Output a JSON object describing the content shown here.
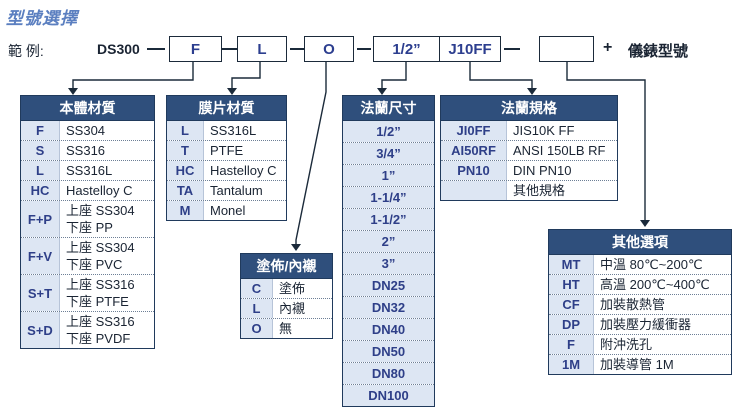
{
  "title": "型號選擇",
  "example": {
    "label": "範  例:",
    "model": "DS300",
    "boxes": [
      "F",
      "L",
      "O",
      "1/2”",
      "J10FF",
      ""
    ],
    "plus": "+",
    "option_label": "儀錶型號"
  },
  "body_material": {
    "header": "本體材質",
    "rows": [
      {
        "code": "F",
        "lines": [
          "SS304"
        ]
      },
      {
        "code": "S",
        "lines": [
          "SS316"
        ]
      },
      {
        "code": "L",
        "lines": [
          "SS316L"
        ]
      },
      {
        "code": "HC",
        "lines": [
          "Hastelloy C"
        ]
      },
      {
        "code": "F+P",
        "lines": [
          "上座 SS304",
          "下座 PP"
        ]
      },
      {
        "code": "F+V",
        "lines": [
          "上座 SS304",
          "下座 PVC"
        ]
      },
      {
        "code": "S+T",
        "lines": [
          "上座 SS316",
          "下座 PTFE"
        ]
      },
      {
        "code": "S+D",
        "lines": [
          "上座 SS316",
          "下座 PVDF"
        ]
      }
    ]
  },
  "diaphragm_material": {
    "header": "膜片材質",
    "rows": [
      {
        "code": "L",
        "lines": [
          "SS316L"
        ]
      },
      {
        "code": "T",
        "lines": [
          "PTFE"
        ]
      },
      {
        "code": "HC",
        "lines": [
          "Hastelloy C"
        ]
      },
      {
        "code": "TA",
        "lines": [
          "Tantalum"
        ]
      },
      {
        "code": "M",
        "lines": [
          "Monel"
        ]
      }
    ]
  },
  "coating": {
    "header": "塗佈/內襯",
    "rows": [
      {
        "code": "C",
        "lines": [
          "塗佈"
        ]
      },
      {
        "code": "L",
        "lines": [
          "內襯"
        ]
      },
      {
        "code": "O",
        "lines": [
          "無"
        ]
      }
    ]
  },
  "flange_size": {
    "header": "法蘭尺寸",
    "rows": [
      "1/2”",
      "3/4”",
      "1”",
      "1-1/4”",
      "1-1/2”",
      "2”",
      "3”",
      "DN25",
      "DN32",
      "DN40",
      "DN50",
      "DN80",
      "DN100"
    ]
  },
  "flange_spec": {
    "header": "法蘭規格",
    "rows": [
      {
        "code": "JI0FF",
        "lines": [
          "JIS10K FF"
        ]
      },
      {
        "code": "AI50RF",
        "lines": [
          "ANSI 150LB RF"
        ]
      },
      {
        "code": "PN10",
        "lines": [
          "DIN   PN10"
        ]
      },
      {
        "code": "",
        "lines": [
          "其他規格"
        ]
      }
    ]
  },
  "other_options": {
    "header": "其他選項",
    "rows": [
      {
        "code": "MT",
        "lines": [
          "中溫 80℃~200℃"
        ]
      },
      {
        "code": "HT",
        "lines": [
          "高溫 200℃~400℃"
        ]
      },
      {
        "code": "CF",
        "lines": [
          "加裝散熱管"
        ]
      },
      {
        "code": "DP",
        "lines": [
          "加裝壓力緩衝器"
        ]
      },
      {
        "code": "F",
        "lines": [
          "附沖洗孔"
        ]
      },
      {
        "code": "1M",
        "lines": [
          "加裝導管 1M"
        ]
      }
    ]
  },
  "colors": {
    "header_bg": "#2f4f7c",
    "code_bg": "#dde6f3",
    "code_text": "#2e3f88",
    "title": "#5b7fc0"
  }
}
